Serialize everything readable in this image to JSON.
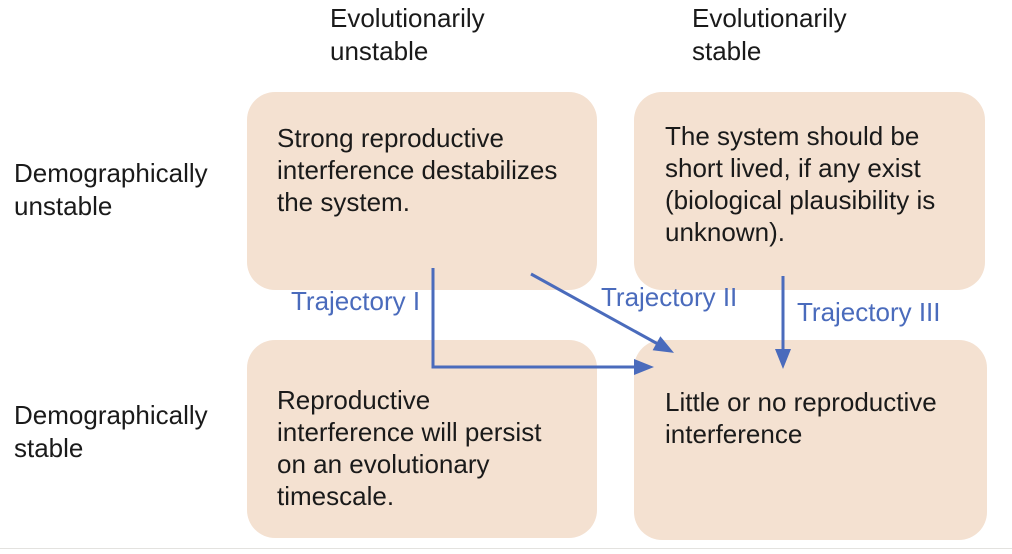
{
  "figure": {
    "type": "2x2-matrix-diagram",
    "columns": [
      {
        "label": "Evolutionarily unstable"
      },
      {
        "label": "Evolutionarily stable"
      }
    ],
    "rows": [
      {
        "label": "Demographically unstable"
      },
      {
        "label": "Demographically stable"
      }
    ],
    "cells": [
      {
        "row": "Demographically unstable",
        "column": "Evolutionarily unstable",
        "text": "Strong reproductive interference destabilizes the system."
      },
      {
        "row": "Demographically unstable",
        "column": "Evolutionarily stable",
        "text": "The system should be short lived, if any exist (biological plausibility is unknown)."
      },
      {
        "row": "Demographically stable",
        "column": "Evolutionarily unstable",
        "text": "Reproductive interference will persist on an evolutionary timescale."
      },
      {
        "row": "Demographically stable",
        "column": "Evolutionarily stable",
        "text": "Little or no reproductive interference"
      }
    ],
    "trajectories": [
      {
        "label": "Trajectory I",
        "from": "top-left cell",
        "to": "bottom-right cell",
        "shape": "down-then-right elbow"
      },
      {
        "label": "Trajectory II",
        "from": "top-left cell",
        "to": "bottom-right cell",
        "shape": "diagonal"
      },
      {
        "label": "Trajectory III",
        "from": "top-right cell",
        "to": "bottom-right cell",
        "shape": "straight down"
      }
    ],
    "colors": {
      "cell_fill": "#f4e1d1",
      "arrow_and_label_blue": "#4a6bbc",
      "text": "#1a1a1a"
    }
  }
}
